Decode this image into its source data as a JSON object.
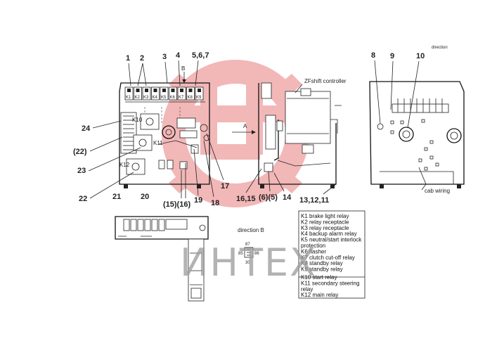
{
  "callouts_top": [
    "1",
    "2",
    "3",
    "4",
    "5,6,7"
  ],
  "callouts_left": [
    "24",
    "(22)",
    "23",
    "22"
  ],
  "callouts_bottom": [
    "21",
    "20",
    "(15)(16)",
    "19",
    "18",
    "17",
    "16,15",
    "(6)(5)",
    "14",
    "13,12,11"
  ],
  "callouts_right": [
    "8",
    "9",
    "10"
  ],
  "relay_labels": [
    "K1",
    "K2",
    "K3",
    "K4",
    "K5",
    "K6",
    "K7",
    "K8",
    "K9"
  ],
  "relay_labels_lower": [
    "K10",
    "K11",
    "K12"
  ],
  "arrow_b": "B",
  "arrow_a": "A",
  "controller_label": "ZFshift controller",
  "cab_wiring_label": "cab wiring",
  "right_tag": "direction",
  "direction_b_label": "direction B",
  "connector_pins": [
    "87",
    "85",
    "86",
    "30"
  ],
  "legend": [
    "K1 brake light relay",
    "K2 relay receptacle",
    "K3 relay receptacle",
    "K4 backup alarm relay",
    "K5 neutral/start interlock protection",
    "K6 flasher",
    "K7 clutch cut-off relay",
    "K8 standby relay",
    "K9 standby relay",
    "K10 start relay",
    "K11 secondary steering relay",
    "K12 main relay"
  ],
  "watermark_text": "ИНТЕХ",
  "colors": {
    "watermark_logo": "#f2b7b7",
    "line": "#222222"
  }
}
